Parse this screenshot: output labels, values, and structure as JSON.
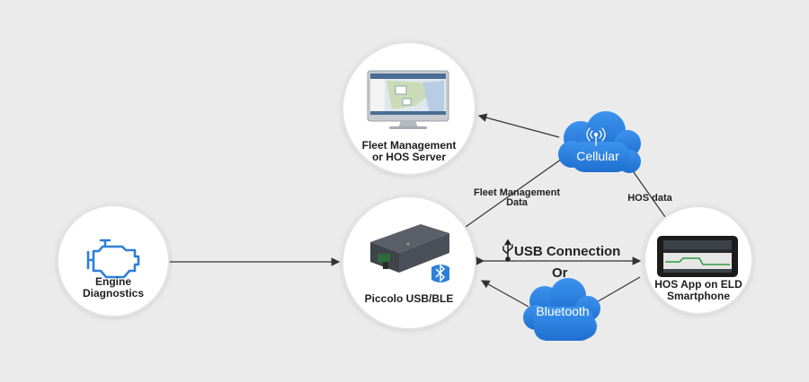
{
  "nodes": {
    "engine": {
      "line1": "Engine",
      "line2": "Diagnostics"
    },
    "fleet": {
      "line1": "Fleet Management",
      "line2": "or HOS Server"
    },
    "piccolo": {
      "label": "Piccolo USB/BLE"
    },
    "phone": {
      "line1": "HOS App on ELD",
      "line2": "Smartphone"
    }
  },
  "clouds": {
    "cellular": "Cellular",
    "bluetooth": "Bluetooth"
  },
  "edges": {
    "fleet_data_line1": "Fleet Management",
    "fleet_data_line2": "Data",
    "hos_data": "HOS data",
    "usb_connection": "USB Connection",
    "or": "Or"
  },
  "colors": {
    "background": "#ebebeb",
    "circle_fill": "#ffffff",
    "cloud_blue": "#2a7fe0",
    "icon_blue": "#2f7fd8",
    "arrow": "#333333"
  },
  "icons": [
    "engine-check-icon",
    "monitor-icon",
    "device-icon",
    "bluetooth-icon",
    "usb-icon",
    "phone-icon",
    "antenna-icon"
  ]
}
